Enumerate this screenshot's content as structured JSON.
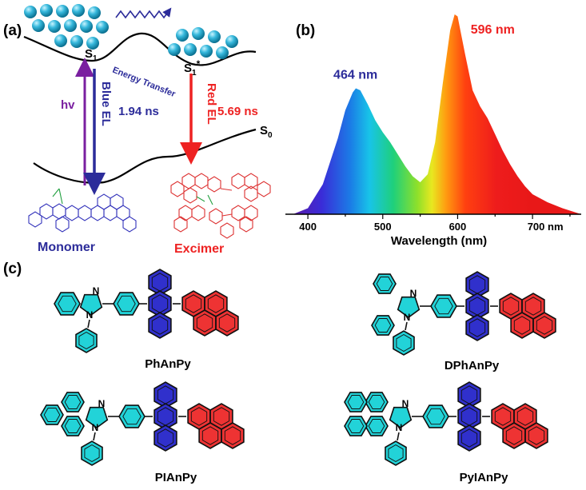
{
  "panels": {
    "a": "(a)",
    "b": "(b)",
    "c": "(c)"
  },
  "energy_diagram": {
    "state_s1": "S",
    "state_s1_sub": "1",
    "state_s1star": "S",
    "state_s1star_sub": "1",
    "state_s1star_sup": "*",
    "state_s0": "S",
    "state_s0_sub": "0",
    "energy_transfer": "Energy Transfer",
    "excitation": "hv",
    "blue_el": "Blue EL",
    "blue_lifetime": "1.94 ns",
    "red_el": "Red EL",
    "red_lifetime": "5.69 ns",
    "monomer": "Monomer",
    "excimer": "Excimer"
  },
  "chart_data": {
    "type": "area",
    "xlabel": "Wavelength (nm)",
    "xlim": [
      370,
      765
    ],
    "ylim": [
      0,
      1
    ],
    "x_ticks": [
      "400",
      "500",
      "600",
      "700 nm"
    ],
    "peaks": [
      {
        "label": "464 nm",
        "x": 464,
        "y": 0.63
      },
      {
        "label": "596 nm",
        "x": 596,
        "y": 1.0
      }
    ],
    "x": [
      380,
      400,
      420,
      440,
      450,
      460,
      464,
      470,
      480,
      490,
      500,
      510,
      520,
      530,
      540,
      550,
      560,
      570,
      580,
      590,
      596,
      600,
      610,
      620,
      630,
      640,
      650,
      660,
      670,
      680,
      690,
      700,
      720,
      740,
      765
    ],
    "y": [
      0.0,
      0.03,
      0.15,
      0.38,
      0.52,
      0.61,
      0.63,
      0.62,
      0.55,
      0.47,
      0.41,
      0.36,
      0.3,
      0.24,
      0.19,
      0.16,
      0.2,
      0.36,
      0.65,
      0.92,
      1.0,
      0.99,
      0.8,
      0.62,
      0.54,
      0.48,
      0.4,
      0.32,
      0.25,
      0.19,
      0.14,
      0.1,
      0.06,
      0.03,
      0.0
    ]
  },
  "molecules": [
    {
      "name": "PhAnPy"
    },
    {
      "name": "DPhAnPy"
    },
    {
      "name": "PIAnPy"
    },
    {
      "name": "PyIAnPy"
    }
  ],
  "atom_label": "N",
  "colors": {
    "cyan": "#22d3d8",
    "blue": "#3030cc",
    "red": "#ee3333",
    "purple": "#7a1fa0",
    "navy": "#2c2c9a",
    "sphere": "#1a9fc0"
  }
}
